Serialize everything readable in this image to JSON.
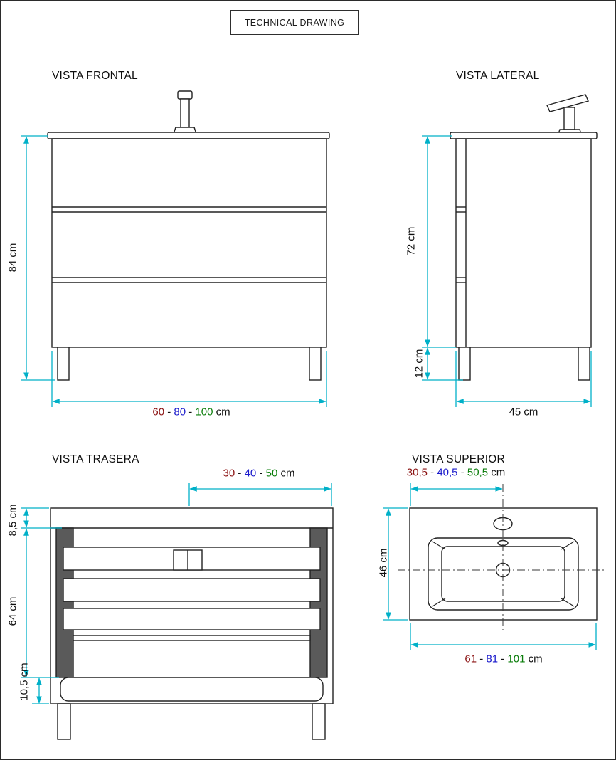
{
  "title": "TECHNICAL DRAWING",
  "colors": {
    "dimension_line": "#00b0c8",
    "size_small": "#8b1212",
    "size_medium": "#1a1acc",
    "size_large": "#0a7d0a",
    "text": "#111111",
    "panel_grey": "#5a5a5a"
  },
  "views": {
    "frontal": {
      "label": "VISTA FRONTAL",
      "dim_height": "84 cm",
      "dim_width_parts": [
        {
          "t": "60",
          "c": "#8b1212"
        },
        {
          "t": " - ",
          "c": "#111111"
        },
        {
          "t": "80",
          "c": "#1a1acc"
        },
        {
          "t": " - ",
          "c": "#111111"
        },
        {
          "t": "100",
          "c": "#0a7d0a"
        },
        {
          "t": " cm",
          "c": "#111111"
        }
      ]
    },
    "lateral": {
      "label": "VISTA LATERAL",
      "dim_height": "72 cm",
      "dim_leg": "12 cm",
      "dim_depth": "45 cm"
    },
    "trasera": {
      "label": "VISTA TRASERA",
      "dim_top_rail": "8,5 cm",
      "dim_body": "64 cm",
      "dim_bottom_rail": "10,5 cm",
      "dim_width_parts": [
        {
          "t": "30",
          "c": "#8b1212"
        },
        {
          "t": " - ",
          "c": "#111111"
        },
        {
          "t": "40",
          "c": "#1a1acc"
        },
        {
          "t": " - ",
          "c": "#111111"
        },
        {
          "t": "50",
          "c": "#0a7d0a"
        },
        {
          "t": " cm",
          "c": "#111111"
        }
      ]
    },
    "superior": {
      "label": "VISTA SUPERIOR",
      "dim_depth": "46 cm",
      "dim_half_width_parts": [
        {
          "t": "30,5",
          "c": "#8b1212"
        },
        {
          "t": " - ",
          "c": "#111111"
        },
        {
          "t": "40,5",
          "c": "#1a1acc"
        },
        {
          "t": " - ",
          "c": "#111111"
        },
        {
          "t": "50,5",
          "c": "#0a7d0a"
        },
        {
          "t": " cm",
          "c": "#111111"
        }
      ],
      "dim_full_width_parts": [
        {
          "t": "61",
          "c": "#8b1212"
        },
        {
          "t": " - ",
          "c": "#111111"
        },
        {
          "t": "81",
          "c": "#1a1acc"
        },
        {
          "t": " - ",
          "c": "#111111"
        },
        {
          "t": "101",
          "c": "#0a7d0a"
        },
        {
          "t": " cm",
          "c": "#111111"
        }
      ]
    }
  }
}
